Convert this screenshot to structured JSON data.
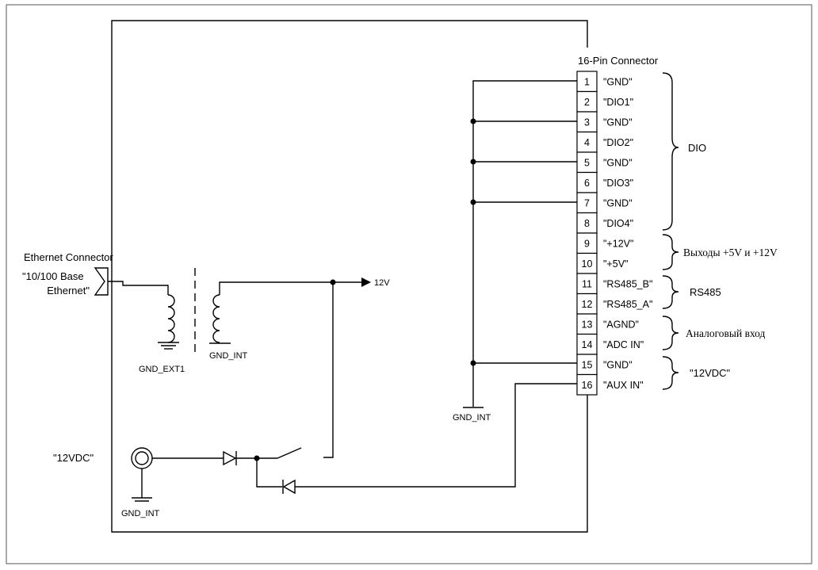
{
  "connector": {
    "title": "16-Pin Connector",
    "pins": [
      {
        "num": "1",
        "label": "\"GND\""
      },
      {
        "num": "2",
        "label": "\"DIO1\""
      },
      {
        "num": "3",
        "label": "\"GND\""
      },
      {
        "num": "4",
        "label": "\"DIO2\""
      },
      {
        "num": "5",
        "label": "\"GND\""
      },
      {
        "num": "6",
        "label": "\"DIO3\""
      },
      {
        "num": "7",
        "label": "\"GND\""
      },
      {
        "num": "8",
        "label": "\"DIO4\""
      },
      {
        "num": "9",
        "label": "\"+12V\""
      },
      {
        "num": "10",
        "label": "\"+5V\""
      },
      {
        "num": "11",
        "label": "\"RS485_B\""
      },
      {
        "num": "12",
        "label": "\"RS485_A\""
      },
      {
        "num": "13",
        "label": "\"AGND\""
      },
      {
        "num": "14",
        "label": "\"ADC IN\""
      },
      {
        "num": "15",
        "label": "\"GND\""
      },
      {
        "num": "16",
        "label": "\"AUX IN\""
      }
    ]
  },
  "groups": [
    {
      "label": "DIO"
    },
    {
      "label": "Выходы +5V и +12V"
    },
    {
      "label": "RS485"
    },
    {
      "label": "Аналоговый вход"
    },
    {
      "label": "\"12VDC\""
    }
  ],
  "ethernet": {
    "title": "Ethernet Connector",
    "line1": "\"10/100 Base",
    "line2": "Ethernet\""
  },
  "labels": {
    "gnd_ext1": "GND_EXT1",
    "gnd_int_transformer": "GND_INT",
    "gnd_int_connector": "GND_INT",
    "gnd_int_power": "GND_INT",
    "v12": "12V",
    "power_jack": "\"12VDC\""
  }
}
